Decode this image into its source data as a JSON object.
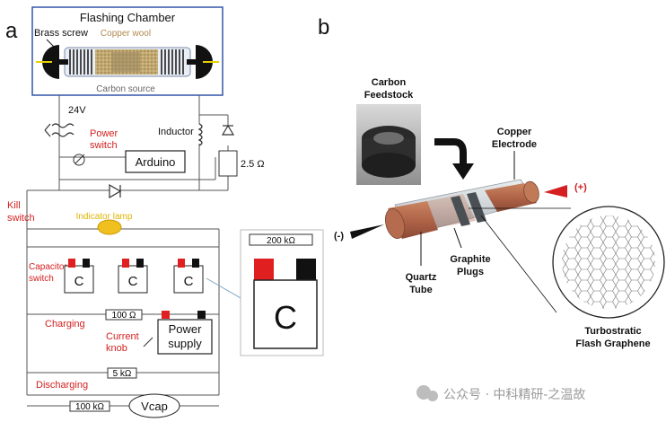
{
  "panel_a": {
    "letter": "a",
    "chamber_title": "Flashing Chamber",
    "brass_screw": "Brass screw",
    "copper_wool": "Copper wool",
    "carbon_source": "Carbon source",
    "voltage_24v": "24V",
    "power_switch_1": "Power",
    "power_switch_2": "switch",
    "arduino": "Arduino",
    "inductor": "Inductor",
    "resistor_2_5": "2.5 Ω",
    "kill_switch_1": "Kill",
    "kill_switch_2": "switch",
    "indicator_lamp": "Indicator lamp",
    "capacitor_switch_1": "Capacitor",
    "capacitor_switch_2": "switch",
    "cap_letter": "C",
    "resistor_200k": "200 kΩ",
    "charging": "Charging",
    "resistor_100": "100 Ω",
    "power_supply_1": "Power",
    "power_supply_2": "supply",
    "current_knob_1": "Current",
    "current_knob_2": "knob",
    "resistor_5k": "5 kΩ",
    "discharging": "Discharging",
    "resistor_100k": "100 kΩ",
    "vcap": "Vcap"
  },
  "panel_b": {
    "letter": "b",
    "carbon_feedstock_1": "Carbon",
    "carbon_feedstock_2": "Feedstock",
    "copper_electrode_1": "Copper",
    "copper_electrode_2": "Electrode",
    "plus": "(+)",
    "minus": "(-)",
    "quartz_tube_1": "Quartz",
    "quartz_tube_2": "Tube",
    "graphite_plugs_1": "Graphite",
    "graphite_plugs_2": "Plugs",
    "turbostratic_1": "Turbostratic",
    "turbostratic_2": "Flash Graphene"
  },
  "watermark": "公众号 · 中科精研-之温故",
  "colors": {
    "red_label": "#d42020",
    "chamber_border": "#3355aa",
    "copper": "#b5694a",
    "lamp": "#f0c020"
  }
}
